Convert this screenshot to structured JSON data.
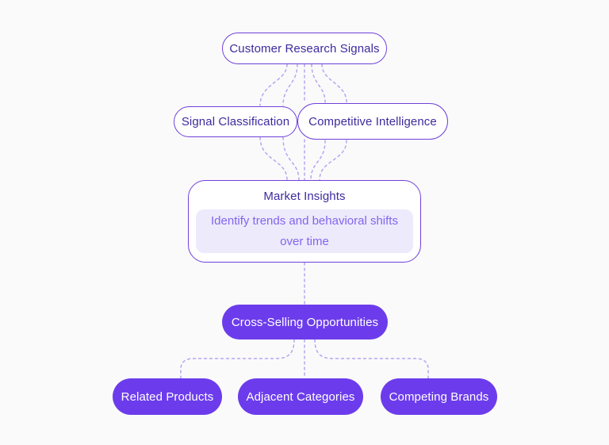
{
  "palette": {
    "background": "#fbfafb",
    "outline_border": "#6f41d9",
    "outline_text": "#3e2a9e",
    "filled_bg": "#6c3cec",
    "filled_text": "#ffffff",
    "connector": "#b5a6ef",
    "card_bg": "#ffffff",
    "insight_box_bg": "#edeafc",
    "insight_box_text": "#8365ec"
  },
  "diagram": {
    "nodes": {
      "customer_research_signals": {
        "label": "Customer Research Signals"
      },
      "signal_classification": {
        "label": "Signal Classification"
      },
      "competitive_intelligence": {
        "label": "Competitive Intelligence"
      },
      "market_insights": {
        "title": "Market Insights",
        "description_lines": [
          "Identify trends and behavioral shifts",
          "over time"
        ]
      },
      "cross_selling_opportunities": {
        "label": "Cross-Selling Opportunities"
      },
      "related_products": {
        "label": "Related Products"
      },
      "adjacent_categories": {
        "label": "Adjacent Categories"
      },
      "competing_brands": {
        "label": "Competing Brands"
      }
    }
  }
}
